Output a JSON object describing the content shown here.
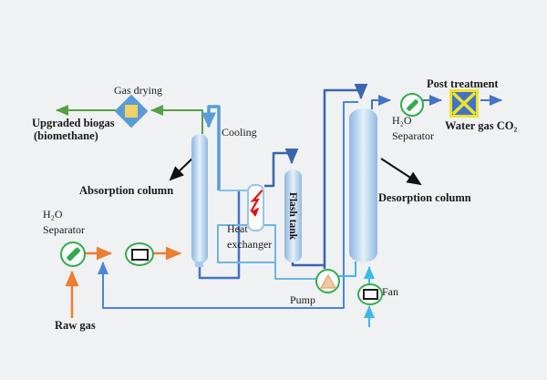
{
  "labels": {
    "gas_drying": "Gas drying",
    "upgraded_biogas_1": "Upgraded biogas",
    "upgraded_biogas_2": "(biomethane)",
    "cooling": "Cooling",
    "absorption_column": "Absorption column",
    "heat_1": "Heat",
    "heat_2": "exchanger",
    "flash_tank": "Flash tank",
    "desorption_column": "Desorption column",
    "h2o": "H₂O",
    "separator": "Separator",
    "raw_gas": "Raw gas",
    "pump": "Pump",
    "fan": "Fan",
    "post_treatment": "Post treatment",
    "water_gas_co2": "Water gas CO₂"
  },
  "colors": {
    "background": "#eff1f2",
    "pipe_dark_blue": "#3a64ae",
    "pipe_medium_blue": "#4472c4",
    "pipe_recycle_blue": "#4a86d8",
    "pipe_cooling_blue": "#5b9bd5",
    "pipe_light_cyan": "#6fb5e2",
    "pipe_cyan": "#3fb9e6",
    "gas_line_green": "#55a046",
    "raw_gas_orange": "#ed7d31",
    "component_ring_green": "#35aa4d",
    "column_fill_blue": "#b7d2ec",
    "drying_diamond_blue": "#5b9bd5",
    "drying_square_yellow": "#efd268",
    "post_treatment_yellow": "#efe32e",
    "post_treatment_blue": "#4472c4",
    "pump_triangle_tan": "#f0c9a2",
    "lightning_red": "#e01010",
    "text_black": "#1a1a1a"
  }
}
